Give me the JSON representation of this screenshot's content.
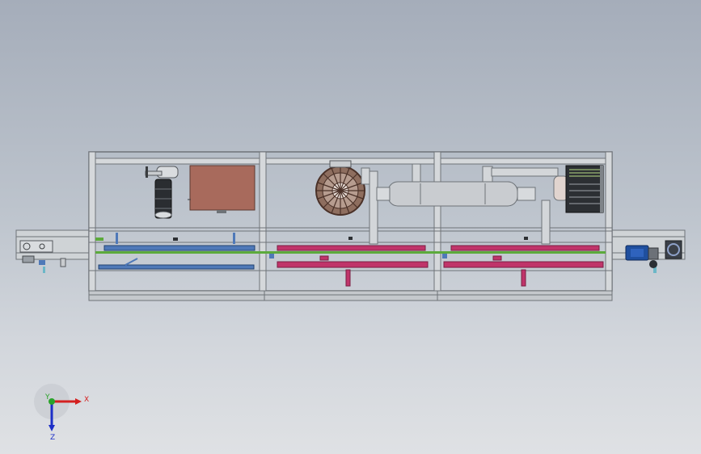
{
  "viewport": {
    "background_top": "#a5adba",
    "background_bottom": "#dfe1e4"
  },
  "model": {
    "frame_color": "#6e7378",
    "frame_fill": "#cfd3d6",
    "tank_color": "#a86a5c",
    "blue_parts_color": "#4f79b8",
    "magenta_parts_color": "#c0346a",
    "green_rail_color": "#5caa3c",
    "pipe_color": "#c9cccf",
    "motor_color": "#1f4f9e"
  },
  "triad": {
    "x_label": "X",
    "y_label": "Y",
    "z_label": "Z",
    "x_color": "#d42020",
    "y_color": "#2aa32a",
    "z_color": "#1d2fc7"
  }
}
